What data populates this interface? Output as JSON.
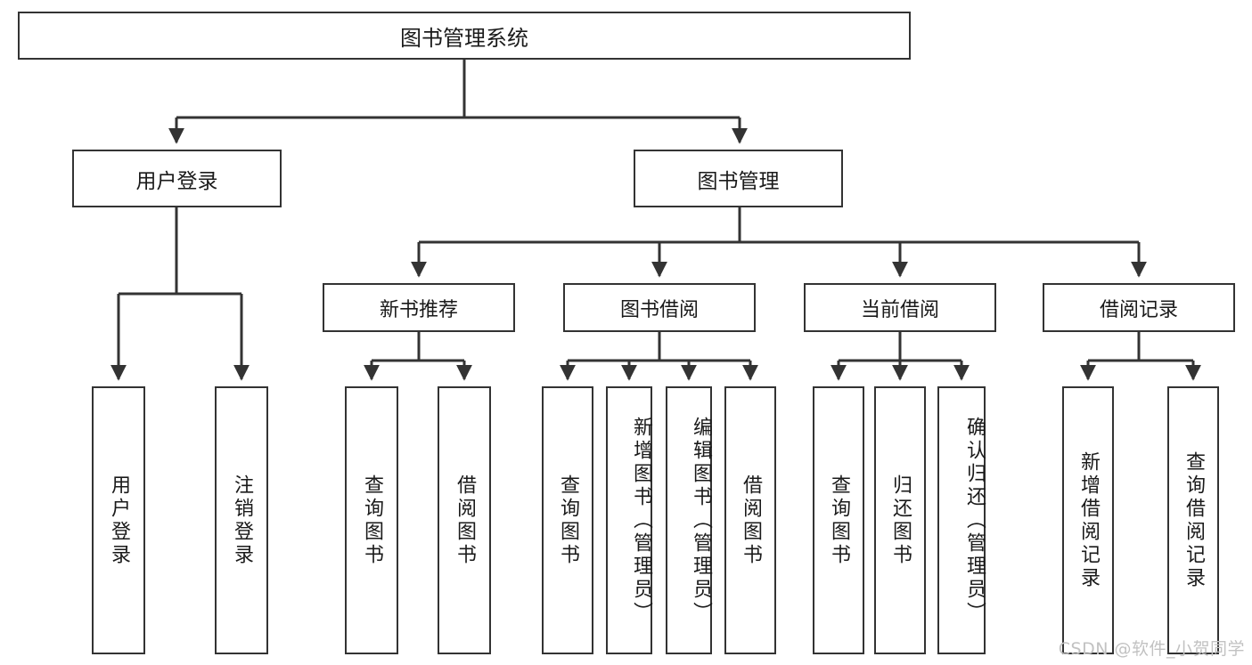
{
  "diagram": {
    "title": "图书管理系统",
    "type": "tree",
    "watermark": "CSDN @软件_小贺同学",
    "colors": {
      "background": "#ffffff",
      "box_border": "#333333",
      "box_fill": "#ffffff",
      "connector": "#333333",
      "text": "#1a1a1a",
      "watermark": "#c2c2c2"
    },
    "nodes": {
      "root": {
        "label": "图书管理系统"
      },
      "level1": [
        {
          "label": "用户登录"
        },
        {
          "label": "图书管理"
        }
      ],
      "level2": [
        {
          "label": "新书推荐"
        },
        {
          "label": "图书借阅"
        },
        {
          "label": "当前借阅"
        },
        {
          "label": "借阅记录"
        }
      ],
      "leaves": {
        "user_login": [
          {
            "label": "用户登录"
          },
          {
            "label": "注销登录"
          }
        ],
        "new_book_recommend": [
          {
            "label": "查询图书"
          },
          {
            "label": "借阅图书"
          }
        ],
        "book_borrow": [
          {
            "label": "查询图书"
          },
          {
            "label": "新增图书（管理员）"
          },
          {
            "label": "编辑图书（管理员）"
          },
          {
            "label": "借阅图书"
          }
        ],
        "current_borrow": [
          {
            "label": "查询图书"
          },
          {
            "label": "归还图书"
          },
          {
            "label": "确认归还（管理员）"
          }
        ],
        "borrow_record": [
          {
            "label": "新增借阅记录"
          },
          {
            "label": "查询借阅记录"
          }
        ]
      }
    }
  }
}
